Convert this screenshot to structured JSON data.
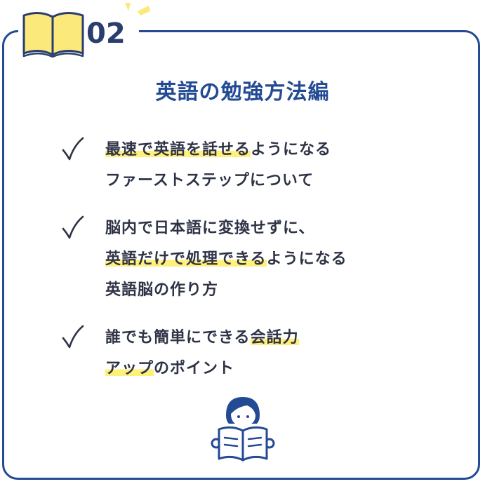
{
  "badge": {
    "number": "02"
  },
  "card": {
    "title": "英語の勉強方法編"
  },
  "items": [
    {
      "lines": [
        [
          {
            "text": "最速で英語を話せる",
            "highlight": true
          },
          {
            "text": "ようになる",
            "highlight": false
          }
        ],
        [
          {
            "text": "ファーストステップについて",
            "highlight": false
          }
        ]
      ]
    },
    {
      "lines": [
        [
          {
            "text": "脳内で日本語に変換せずに、",
            "highlight": false
          }
        ],
        [
          {
            "text": "英語だけで処理できる",
            "highlight": true
          },
          {
            "text": "ようになる",
            "highlight": false
          }
        ],
        [
          {
            "text": "英語脳の作り方",
            "highlight": false
          }
        ]
      ]
    },
    {
      "lines": [
        [
          {
            "text": "誰でも簡単にできる",
            "highlight": false
          },
          {
            "text": "会話力",
            "highlight": true
          }
        ],
        [
          {
            "text": "アップ",
            "highlight": true
          },
          {
            "text": "のポイント",
            "highlight": false
          }
        ]
      ]
    }
  ],
  "colors": {
    "border": "#234a94",
    "title": "#234a94",
    "highlight": "#fff07a",
    "book_yellow": "#fbe97c",
    "text": "#2e3346"
  },
  "icons": {
    "badge": "open-book-icon",
    "sparkle": "sparkle-icon",
    "bullet": "check-icon",
    "footer": "person-reading-book-icon"
  }
}
